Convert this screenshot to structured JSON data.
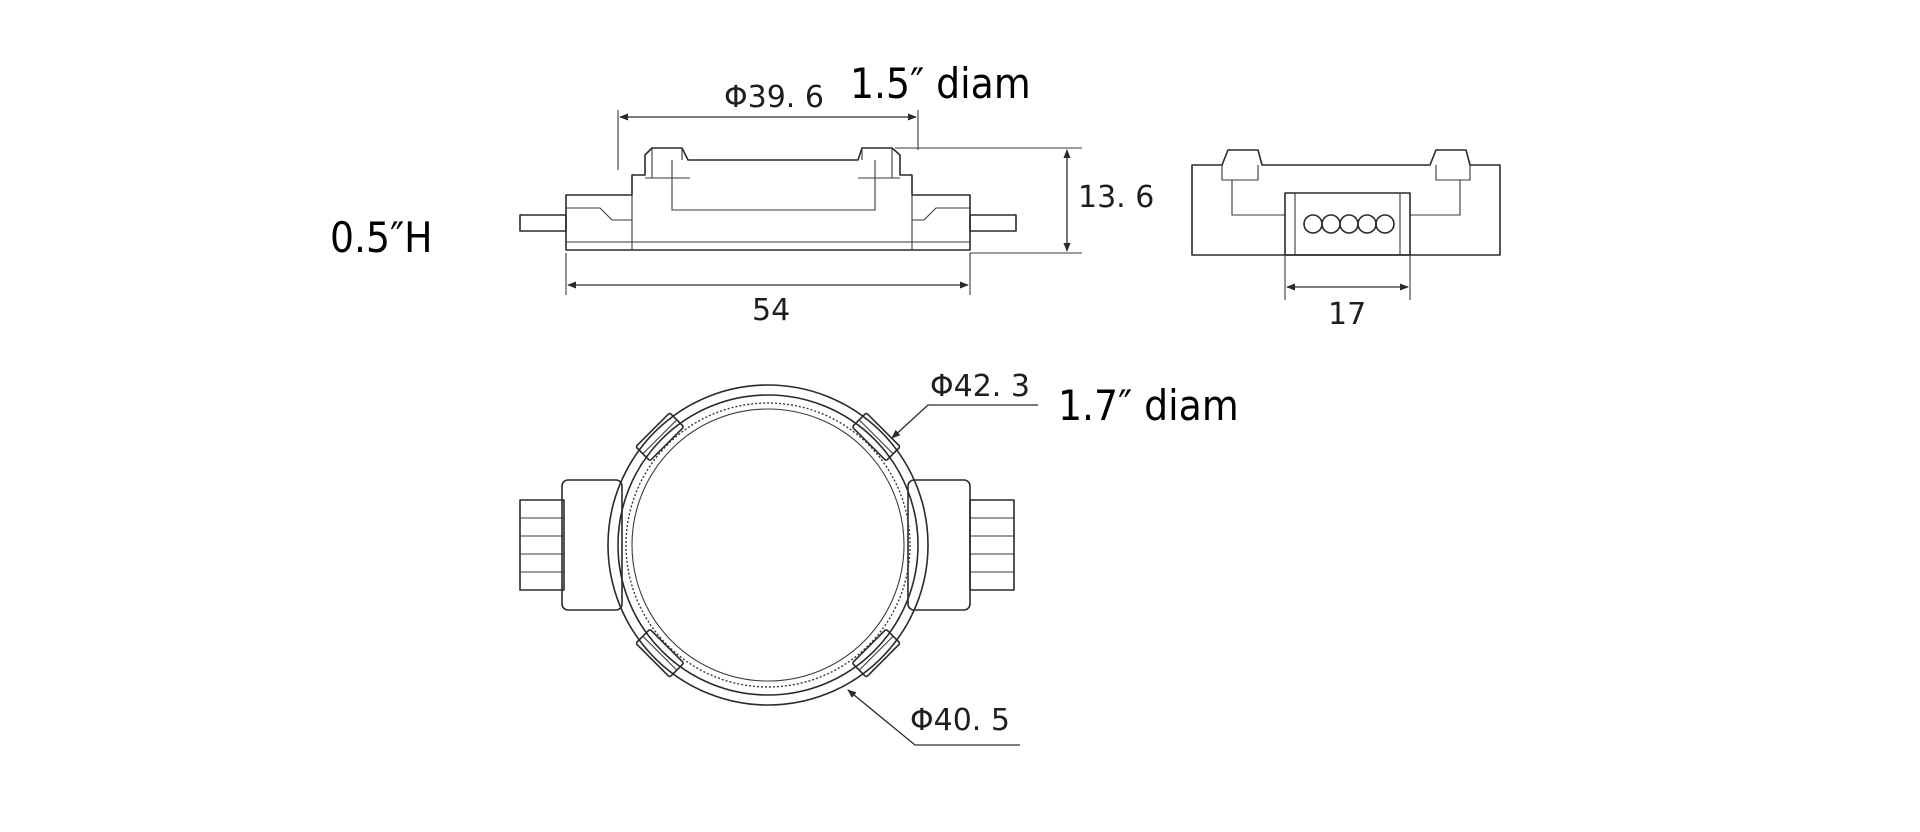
{
  "annotations": {
    "height_note": "0.5″H",
    "inner_diam_note": "1.5″ diam",
    "outer_diam_note": "1.7″ diam"
  },
  "dimensions": {
    "top_width": "Φ39. 6",
    "height": "13. 6",
    "length": "54",
    "side_width": "17",
    "outer_diam": "Φ42. 3",
    "base_diam": "Φ40. 5"
  },
  "colors": {
    "line": "#2a2a2a",
    "background": "#ffffff"
  }
}
